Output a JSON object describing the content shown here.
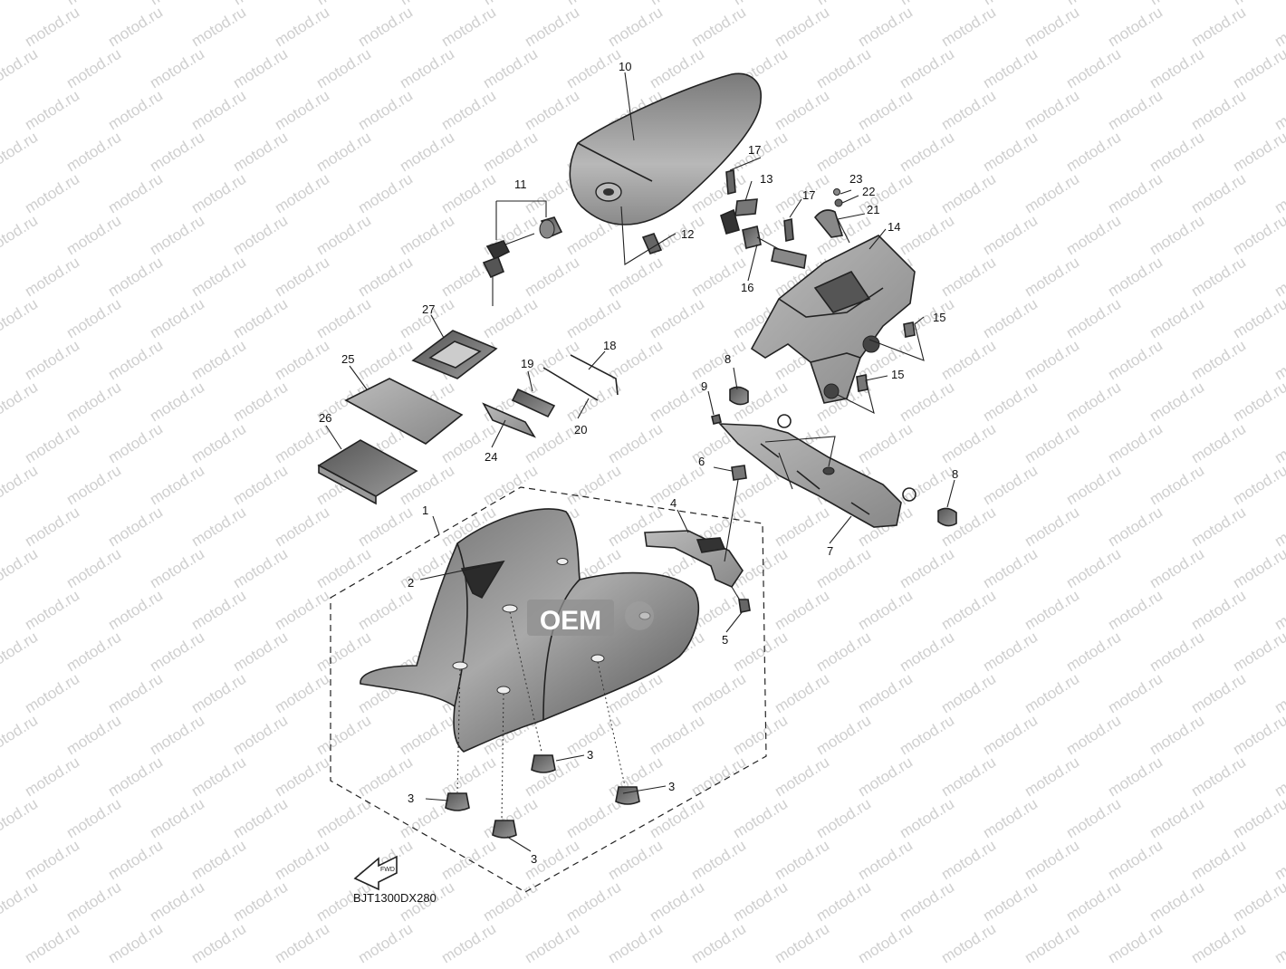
{
  "diagram": {
    "watermark_text": "motod.ru",
    "badge_text": "OEM",
    "diagram_code": "BJT1300DX280",
    "arrow_label": "FWD",
    "callouts": [
      "1",
      "2",
      "3",
      "4",
      "5",
      "6",
      "7",
      "8",
      "9",
      "10",
      "11",
      "12",
      "13",
      "14",
      "15",
      "16",
      "17",
      "18",
      "19",
      "20",
      "21",
      "22",
      "23",
      "24",
      "25",
      "26",
      "27"
    ]
  }
}
